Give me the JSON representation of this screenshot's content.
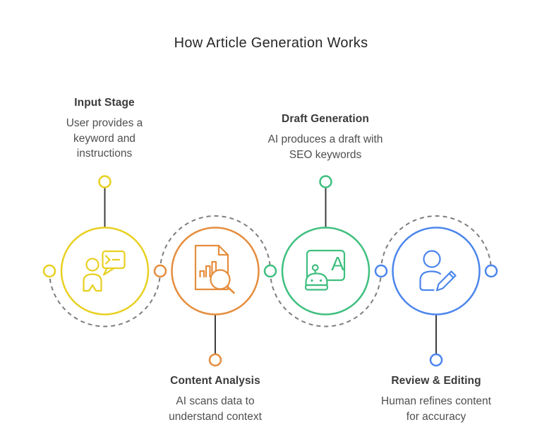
{
  "title": "How Article Generation Works",
  "colors": {
    "background": "#FFFFFF",
    "dashed_path": "#7E7E7E",
    "connector_line": "#3D3D3D",
    "title_text": "#272727",
    "heading_text": "#3A3A3A",
    "body_text": "#4F4F4F"
  },
  "stages": [
    {
      "title": "Input Stage",
      "description": "User provides a\nkeyword and\ninstructions",
      "color": "#E8D021",
      "icon": "user-chat-icon",
      "text_position": "top"
    },
    {
      "title": "Content Analysis",
      "description": "AI scans data to\nunderstand context",
      "color": "#E58D3D",
      "icon": "document-analysis-icon",
      "text_position": "bottom"
    },
    {
      "title": "Draft Generation",
      "description": "AI produces a draft with\nSEO keywords",
      "color": "#3FBF7F",
      "icon": "robot-screen-icon",
      "screen_letter": "A",
      "text_position": "top"
    },
    {
      "title": "Review & Editing",
      "description": "Human refines content\nfor accuracy",
      "color": "#4C86EC",
      "icon": "user-edit-icon",
      "text_position": "bottom"
    }
  ]
}
